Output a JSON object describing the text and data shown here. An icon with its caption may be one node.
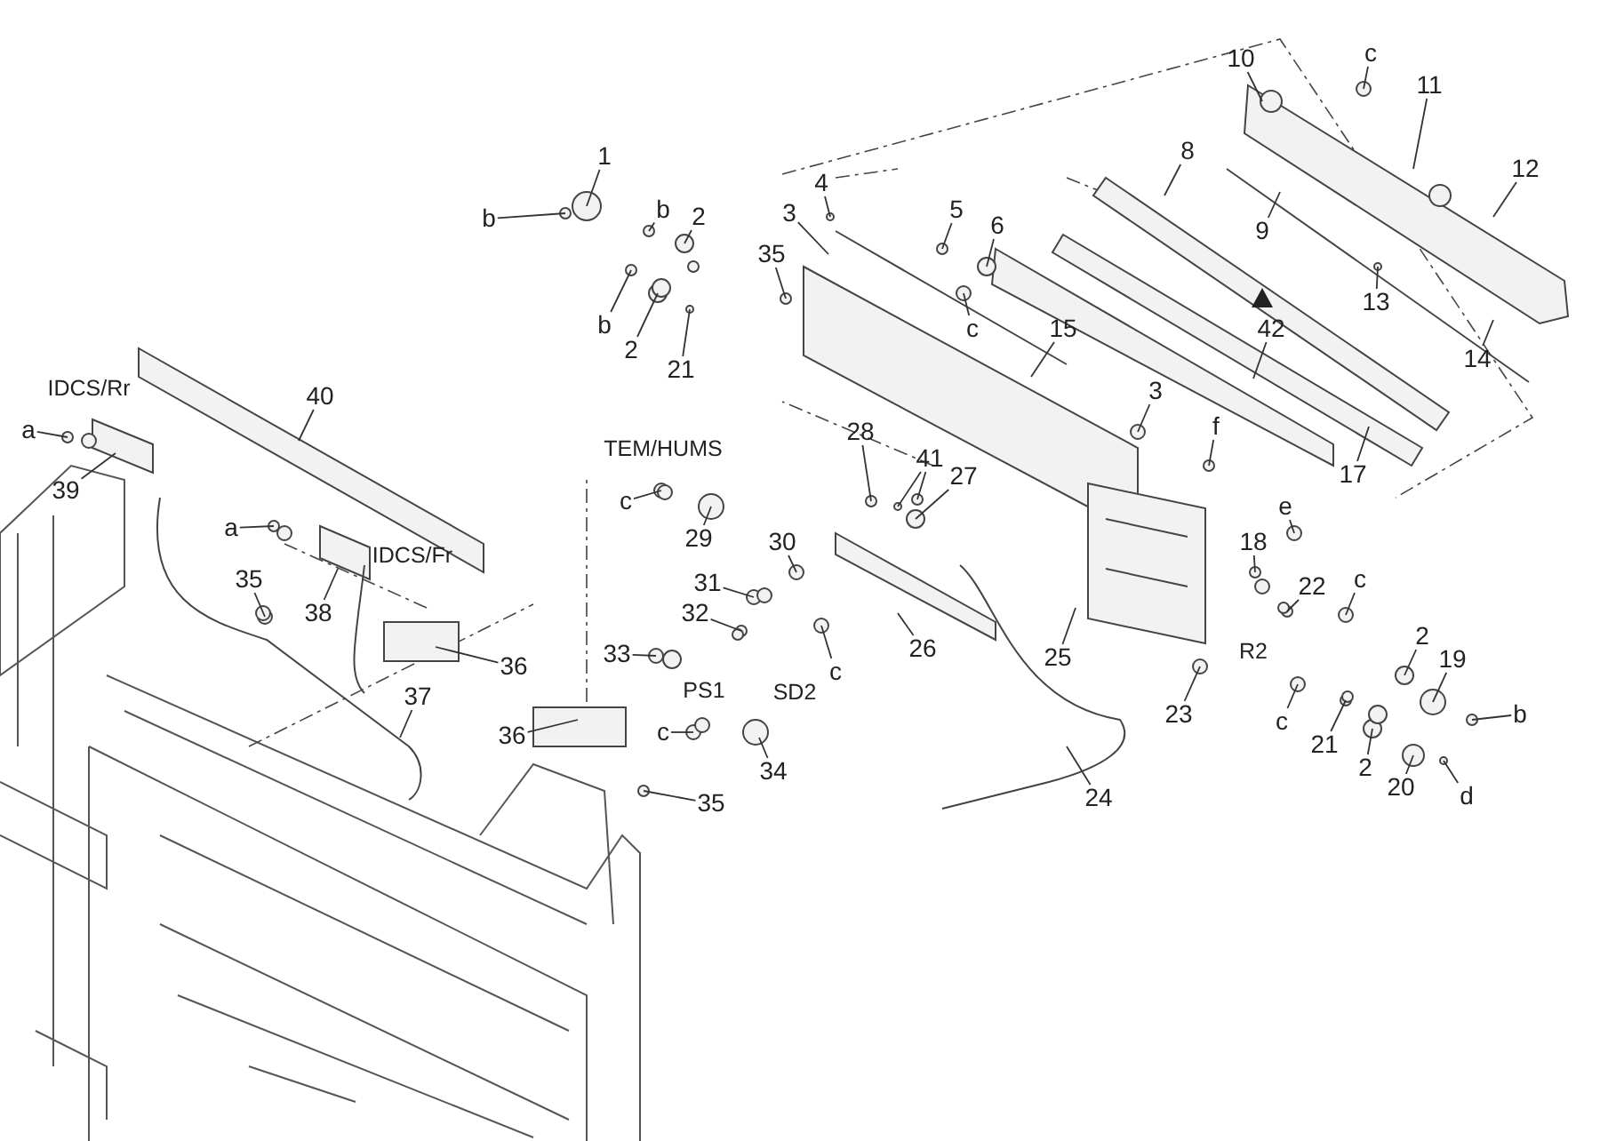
{
  "diagram": {
    "nodes": [
      {
        "text": [
          "10"
        ]
      },
      {
        "text": [
          "c"
        ]
      },
      {
        "text": [
          "11"
        ]
      },
      {
        "text": [
          "8"
        ]
      },
      {
        "text": [
          "1"
        ]
      },
      {
        "text": [
          "12"
        ]
      },
      {
        "text": [
          "4"
        ]
      },
      {
        "text": [
          "b"
        ]
      },
      {
        "text": [
          "b"
        ]
      },
      {
        "text": [
          "2"
        ]
      },
      {
        "text": [
          "3"
        ]
      },
      {
        "text": [
          "5"
        ]
      },
      {
        "text": [
          "6"
        ]
      },
      {
        "text": [
          "9"
        ]
      },
      {
        "text": [
          "35"
        ]
      },
      {
        "text": [
          "13"
        ]
      },
      {
        "text": [
          "b"
        ]
      },
      {
        "text": [
          "c"
        ]
      },
      {
        "text": [
          "15"
        ]
      },
      {
        "text": [
          "42"
        ]
      },
      {
        "text": [
          "2"
        ]
      },
      {
        "text": [
          "14"
        ]
      },
      {
        "text": [
          "21"
        ]
      },
      {
        "text": [
          "3"
        ]
      },
      {
        "text": [
          "40"
        ]
      },
      {
        "text": [
          "a"
        ]
      },
      {
        "text": [
          "f"
        ]
      },
      {
        "text": [
          "28"
        ]
      },
      {
        "text": [
          "41"
        ]
      },
      {
        "text": [
          "17"
        ]
      },
      {
        "text": [
          "27"
        ]
      },
      {
        "text": [
          "39"
        ]
      },
      {
        "text": [
          "c"
        ]
      },
      {
        "text": [
          "e"
        ]
      },
      {
        "text": [
          "a"
        ]
      },
      {
        "text": [
          "29"
        ]
      },
      {
        "text": [
          "30"
        ]
      },
      {
        "text": [
          "18"
        ]
      },
      {
        "text": [
          "35"
        ]
      },
      {
        "text": [
          "31"
        ]
      },
      {
        "text": [
          "22"
        ]
      },
      {
        "text": [
          "c"
        ]
      },
      {
        "text": [
          "38"
        ]
      },
      {
        "text": [
          "32"
        ]
      },
      {
        "text": [
          "2"
        ]
      },
      {
        "text": [
          "33"
        ]
      },
      {
        "text": [
          "19"
        ]
      },
      {
        "text": [
          "25"
        ]
      },
      {
        "text": [
          "26"
        ]
      },
      {
        "text": [
          "36"
        ]
      },
      {
        "text": [
          "c"
        ]
      },
      {
        "text": [
          "37"
        ]
      },
      {
        "text": [
          "23"
        ]
      },
      {
        "text": [
          "b"
        ]
      },
      {
        "text": [
          "c"
        ]
      },
      {
        "text": [
          "c"
        ]
      },
      {
        "text": [
          "36"
        ]
      },
      {
        "text": [
          "21"
        ]
      },
      {
        "text": [
          "34"
        ]
      },
      {
        "text": [
          "2"
        ]
      },
      {
        "text": [
          "20"
        ]
      },
      {
        "text": [
          "d"
        ]
      },
      {
        "text": [
          "24"
        ]
      },
      {
        "text": [
          "35"
        ]
      }
    ],
    "edges": [
      {
        "from": 0,
        "to": null,
        "arrow": "none"
      },
      {
        "from": 1,
        "to": null,
        "arrow": "none"
      },
      {
        "from": 2,
        "to": null,
        "arrow": "none"
      },
      {
        "from": 3,
        "to": null,
        "arrow": "none"
      },
      {
        "from": 4,
        "to": null,
        "arrow": "none"
      },
      {
        "from": 5,
        "to": null,
        "arrow": "none"
      },
      {
        "from": 6,
        "to": null,
        "arrow": "none"
      },
      {
        "from": 7,
        "to": null,
        "arrow": "none"
      },
      {
        "from": 8,
        "to": null,
        "arrow": "none"
      },
      {
        "from": 9,
        "to": null,
        "arrow": "none"
      },
      {
        "from": 10,
        "to": null,
        "arrow": "none"
      },
      {
        "from": 11,
        "to": null,
        "arrow": "none"
      },
      {
        "from": 12,
        "to": null,
        "arrow": "none"
      },
      {
        "from": 13,
        "to": null,
        "arrow": "none"
      },
      {
        "from": 14,
        "to": null,
        "arrow": "none"
      },
      {
        "from": 15,
        "to": null,
        "arrow": "none"
      },
      {
        "from": 16,
        "to": null,
        "arrow": "none"
      },
      {
        "from": 17,
        "to": null,
        "arrow": "none"
      },
      {
        "from": 18,
        "to": null,
        "arrow": "none"
      },
      {
        "from": 19,
        "to": null,
        "arrow": "none"
      },
      {
        "from": 20,
        "to": null,
        "arrow": "none"
      },
      {
        "from": 21,
        "to": null,
        "arrow": "none"
      },
      {
        "from": 22,
        "to": null,
        "arrow": "none"
      },
      {
        "from": 23,
        "to": null,
        "arrow": "none"
      },
      {
        "from": 24,
        "to": null,
        "arrow": "none"
      },
      {
        "from": 25,
        "to": null,
        "arrow": "none"
      },
      {
        "from": 26,
        "to": null,
        "arrow": "none"
      },
      {
        "from": 27,
        "to": null,
        "arrow": "none"
      },
      {
        "from": 28,
        "to": null,
        "arrow": "none"
      },
      {
        "from": 28,
        "to": null,
        "arrow": "none"
      },
      {
        "from": 29,
        "to": null,
        "arrow": "none"
      },
      {
        "from": 30,
        "to": null,
        "arrow": "none"
      },
      {
        "from": 31,
        "to": null,
        "arrow": "none"
      },
      {
        "from": 32,
        "to": null,
        "arrow": "none"
      },
      {
        "from": 33,
        "to": null,
        "arrow": "none"
      },
      {
        "from": 34,
        "to": null,
        "arrow": "none"
      },
      {
        "from": 35,
        "to": null,
        "arrow": "none"
      },
      {
        "from": 36,
        "to": null,
        "arrow": "none"
      },
      {
        "from": 37,
        "to": null,
        "arrow": "none"
      },
      {
        "from": 38,
        "to": null,
        "arrow": "none"
      },
      {
        "from": 39,
        "to": null,
        "arrow": "none"
      },
      {
        "from": 40,
        "to": null,
        "arrow": "none"
      },
      {
        "from": 41,
        "to": null,
        "arrow": "none"
      },
      {
        "from": 42,
        "to": null,
        "arrow": "none"
      },
      {
        "from": 43,
        "to": null,
        "arrow": "none"
      },
      {
        "from": 44,
        "to": null,
        "arrow": "none"
      },
      {
        "from": 45,
        "to": null,
        "arrow": "none"
      },
      {
        "from": 46,
        "to": null,
        "arrow": "none"
      },
      {
        "from": 47,
        "to": null,
        "arrow": "none"
      },
      {
        "from": 48,
        "to": null,
        "arrow": "none"
      },
      {
        "from": 49,
        "to": null,
        "arrow": "none"
      },
      {
        "from": 50,
        "to": null,
        "arrow": "none"
      },
      {
        "from": 51,
        "to": null,
        "arrow": "none"
      },
      {
        "from": 52,
        "to": null,
        "arrow": "none"
      },
      {
        "from": 53,
        "to": null,
        "arrow": "none"
      },
      {
        "from": 54,
        "to": null,
        "arrow": "none"
      },
      {
        "from": 55,
        "to": null,
        "arrow": "none"
      },
      {
        "from": 56,
        "to": null,
        "arrow": "none"
      },
      {
        "from": 57,
        "to": null,
        "arrow": "none"
      },
      {
        "from": 58,
        "to": null,
        "arrow": "none"
      },
      {
        "from": 59,
        "to": null,
        "arrow": "none"
      },
      {
        "from": 60,
        "to": null,
        "arrow": "none"
      },
      {
        "from": 61,
        "to": null,
        "arrow": "none"
      },
      {
        "from": 62,
        "to": null,
        "arrow": "none"
      },
      {
        "from": 63,
        "to": null,
        "arrow": "none"
      }
    ],
    "labels": [
      "TEM/HUMS",
      "IDCS/Rr",
      "IDCS/Fr",
      "R2",
      "PS1",
      "SD2"
    ]
  }
}
